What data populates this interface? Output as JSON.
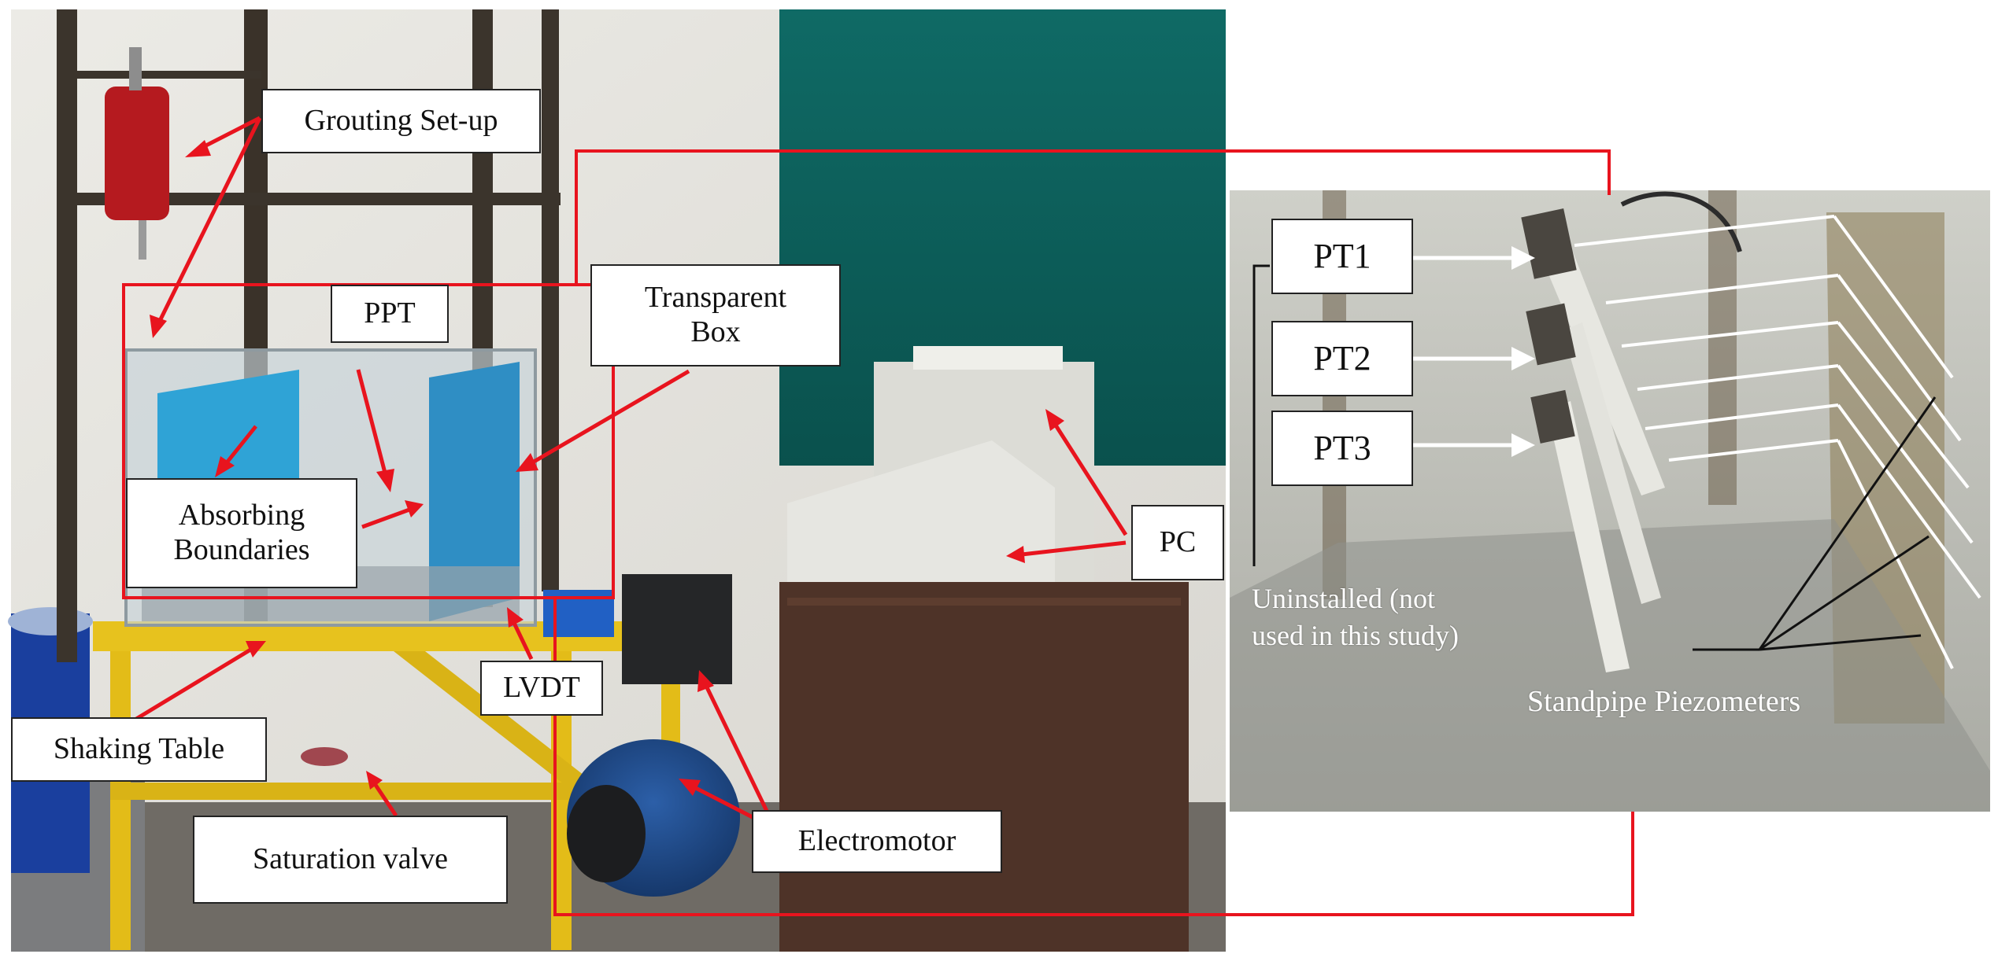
{
  "labels": {
    "grouting": "Grouting Set-up",
    "ppt": "PPT",
    "transparent_box_1": "Transparent",
    "transparent_box_2": "Box",
    "absorbing_1": "Absorbing",
    "absorbing_2": "Boundaries",
    "pc": "PC",
    "lvdt": "LVDT",
    "shaking_table": "Shaking Table",
    "saturation_valve": "Saturation valve",
    "electromotor": "Electromotor",
    "pt1": "PT1",
    "pt2": "PT2",
    "pt3": "PT3",
    "uninstalled_1": "Uninstalled (not",
    "uninstalled_2": "used in this study)",
    "standpipe": "Standpipe Piezometers"
  },
  "colors": {
    "annotation_red": "#e8141e",
    "label_border": "#222222",
    "teal_wall": "#0b5f5b",
    "yellow_frame": "#e7c21e",
    "blue_panel": "#2fa3d6"
  }
}
